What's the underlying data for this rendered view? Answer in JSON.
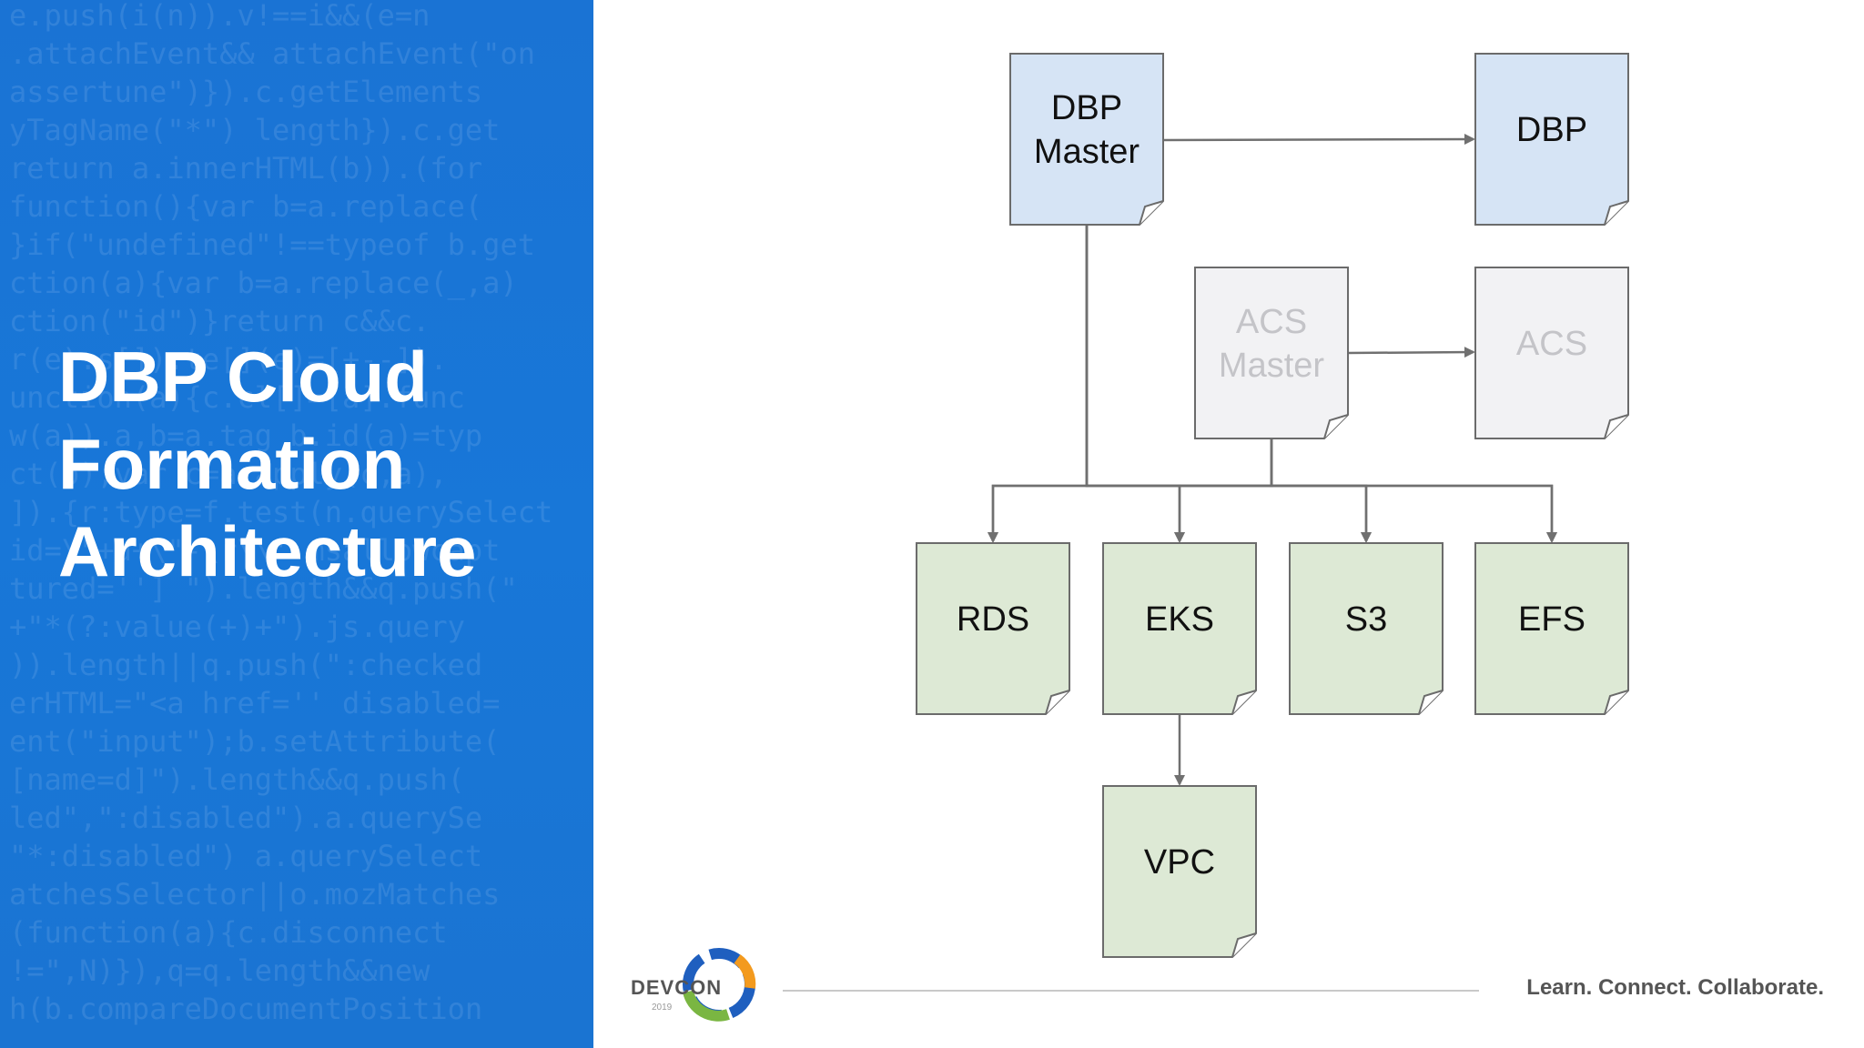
{
  "slide": {
    "title_lines": [
      "DBP Cloud",
      "Formation",
      "Architecture"
    ],
    "tagline": "Learn. Connect. Collaborate.",
    "logo": {
      "text": "DEVCON",
      "year": "2019"
    }
  },
  "colors": {
    "left_panel": "#1a73d4",
    "blue_node_fill": "#d6e4f5",
    "grey_node_fill": "#f2f2f4",
    "green_node_fill": "#dde9d5",
    "node_stroke": "#6b6b6b",
    "grey_text": "#c4c4c8",
    "connector": "#707070"
  },
  "diagram": {
    "nodes": {
      "dbp_master": {
        "lines": [
          "DBP",
          "Master"
        ],
        "style": "blue"
      },
      "dbp": {
        "lines": [
          "DBP"
        ],
        "style": "blue"
      },
      "acs_master": {
        "lines": [
          "ACS",
          "Master"
        ],
        "style": "grey"
      },
      "acs": {
        "lines": [
          "ACS"
        ],
        "style": "grey"
      },
      "rds": {
        "lines": [
          "RDS"
        ],
        "style": "green"
      },
      "eks": {
        "lines": [
          "EKS"
        ],
        "style": "green"
      },
      "s3": {
        "lines": [
          "S3"
        ],
        "style": "green"
      },
      "efs": {
        "lines": [
          "EFS"
        ],
        "style": "green"
      },
      "vpc": {
        "lines": [
          "VPC"
        ],
        "style": "green"
      }
    },
    "edges": [
      {
        "from": "dbp_master",
        "to": "dbp"
      },
      {
        "from": "acs_master",
        "to": "acs"
      },
      {
        "from": "dbp_master",
        "to": "rds"
      },
      {
        "from": "dbp_master",
        "to": "eks"
      },
      {
        "from": "dbp_master",
        "to": "s3"
      },
      {
        "from": "dbp_master",
        "to": "efs"
      },
      {
        "from": "acs_master",
        "to": "rds"
      },
      {
        "from": "acs_master",
        "to": "eks"
      },
      {
        "from": "acs_master",
        "to": "s3"
      },
      {
        "from": "acs_master",
        "to": "efs"
      },
      {
        "from": "eks",
        "to": "vpc"
      }
    ]
  }
}
